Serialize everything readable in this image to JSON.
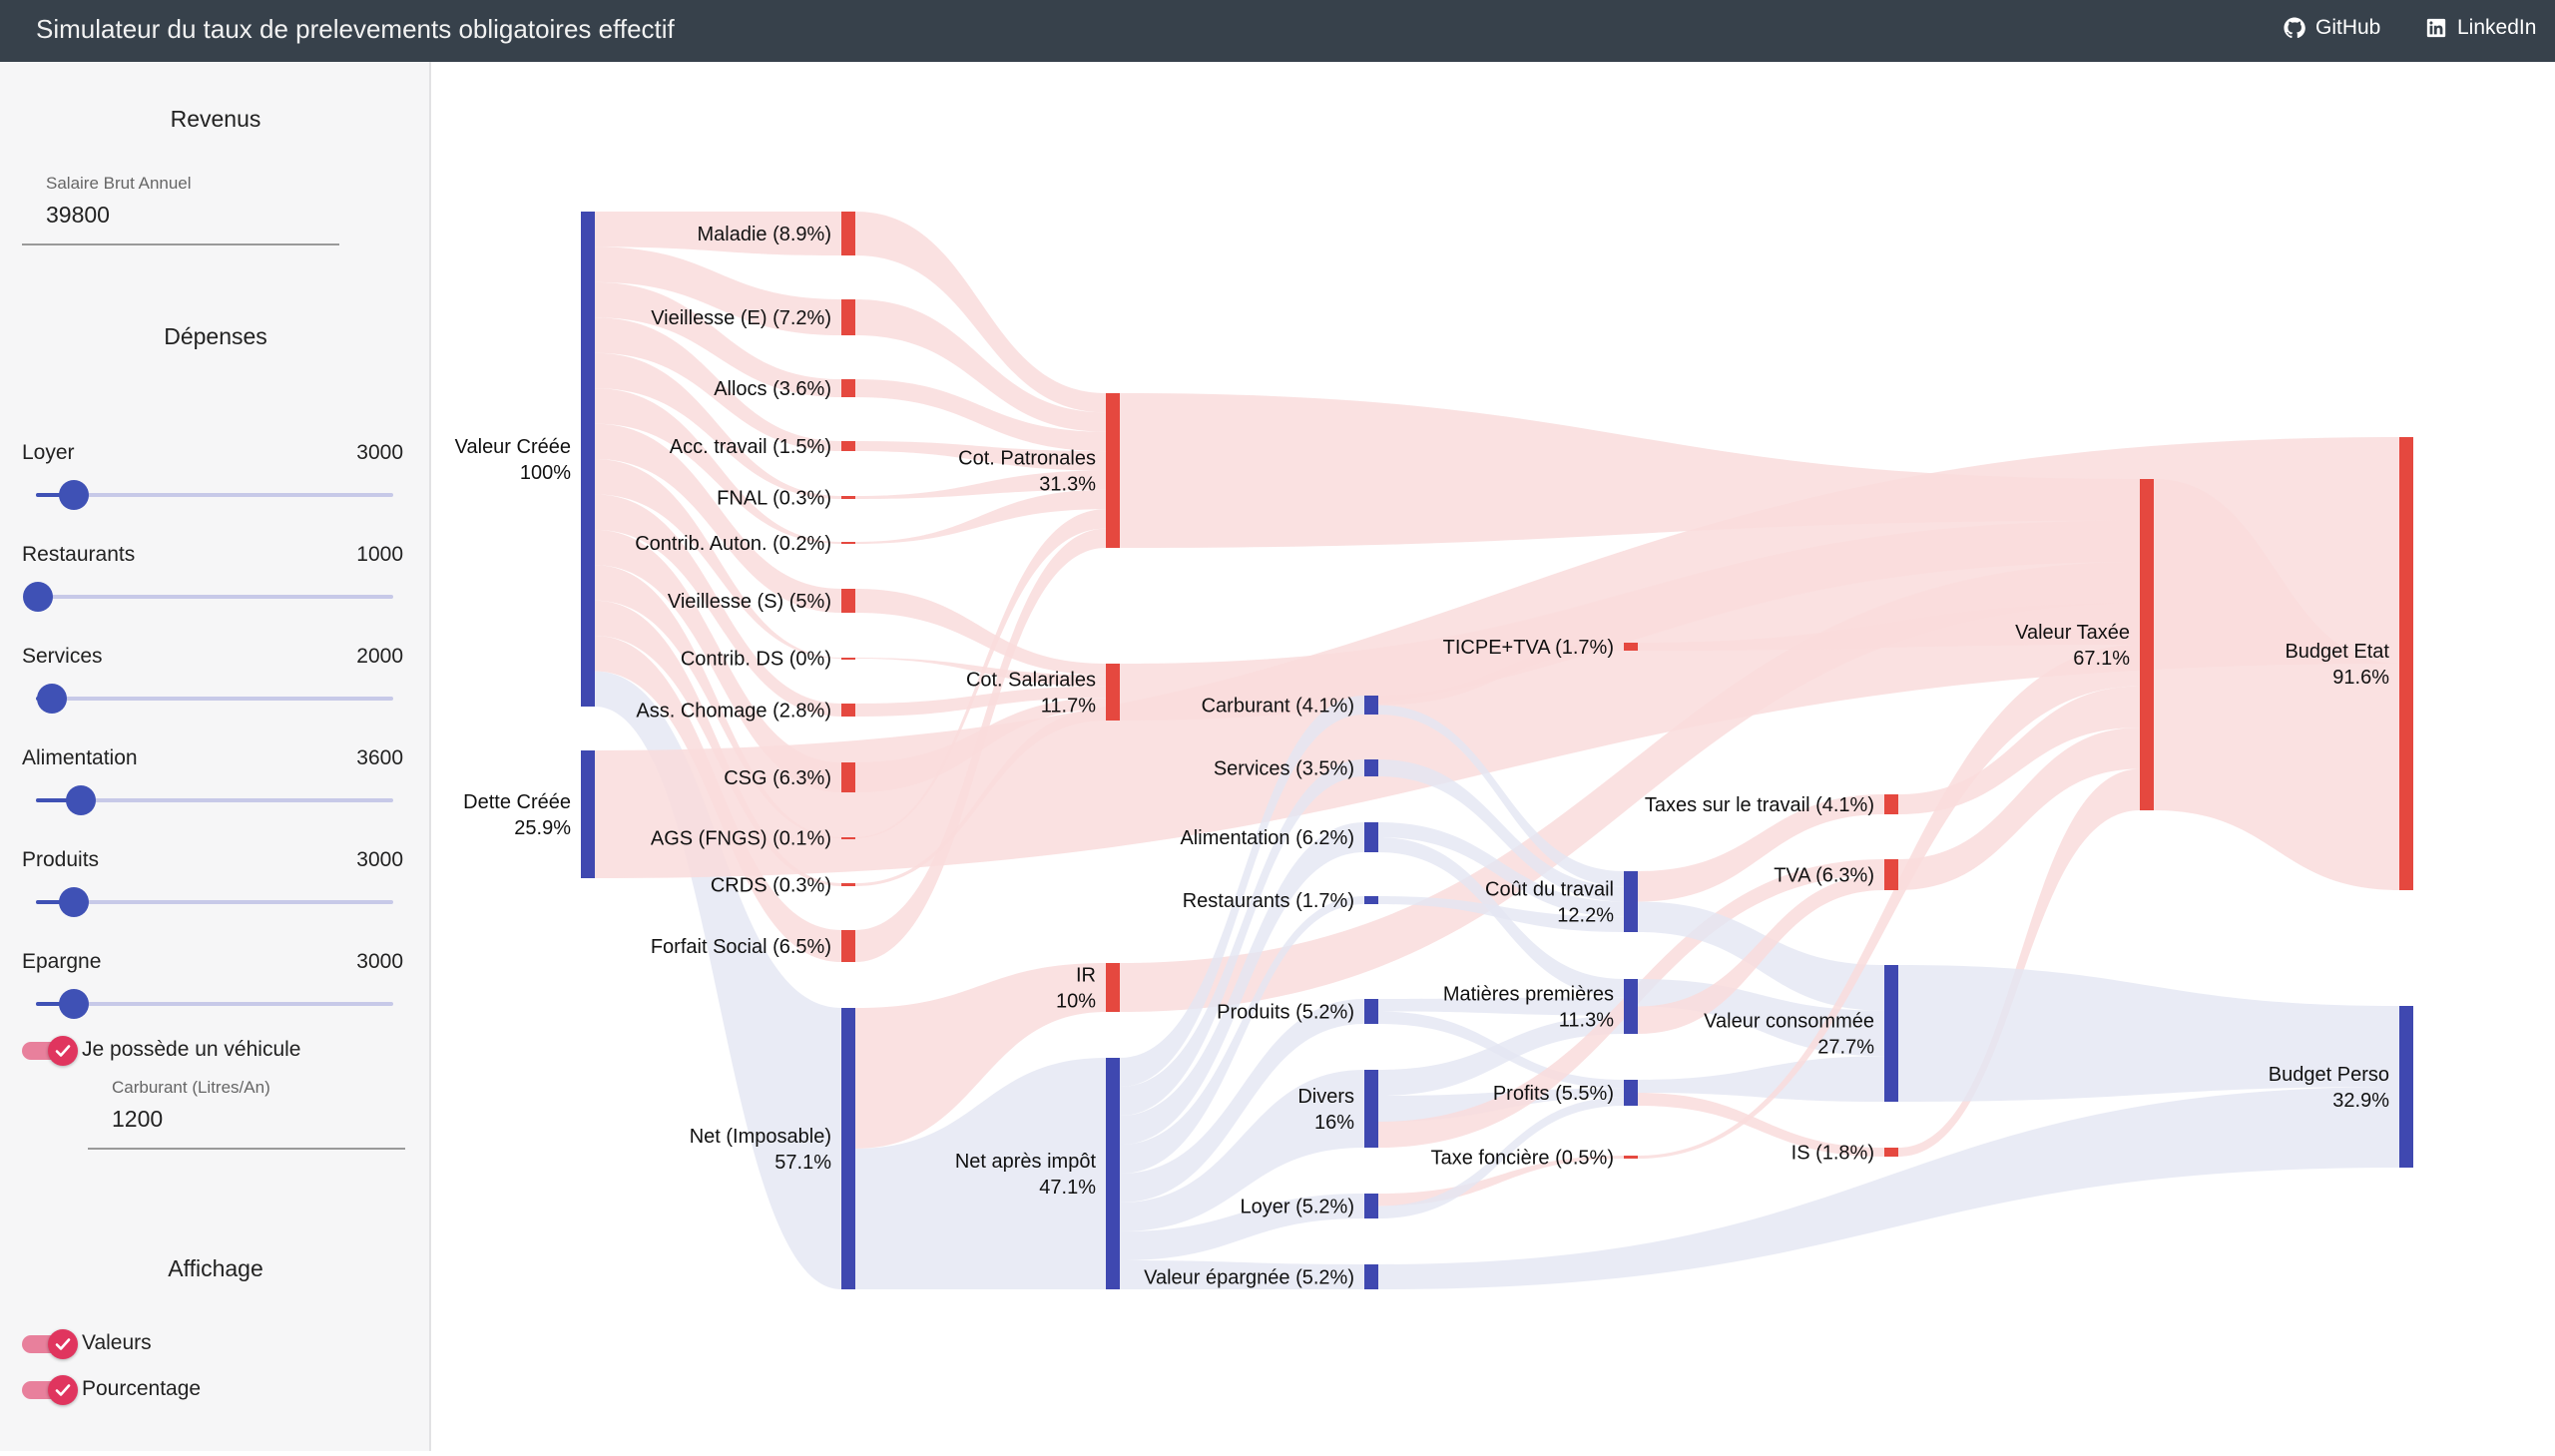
{
  "header": {
    "title": "Simulateur du taux de prelevements obligatoires effectif",
    "links": [
      {
        "label": "GitHub",
        "icon": "github-icon"
      },
      {
        "label": "LinkedIn",
        "icon": "linkedin-icon"
      }
    ]
  },
  "sidebar": {
    "revenus_title": "Revenus",
    "salaire_label": "Salaire Brut Annuel",
    "salaire_value": "39800",
    "depenses_title": "Dépenses",
    "sliders": [
      {
        "label": "Loyer",
        "value": "3000",
        "fraction": 0.1
      },
      {
        "label": "Restaurants",
        "value": "1000",
        "fraction": 0.0
      },
      {
        "label": "Services",
        "value": "2000",
        "fraction": 0.04
      },
      {
        "label": "Alimentation",
        "value": "3600",
        "fraction": 0.12
      },
      {
        "label": "Produits",
        "value": "3000",
        "fraction": 0.1
      },
      {
        "label": "Epargne",
        "value": "3000",
        "fraction": 0.1
      }
    ],
    "vehicle_toggle_label": "Je possède un véhicule",
    "vehicle_toggle_on": true,
    "carburant_label": "Carburant (Litres/An)",
    "carburant_value": "1200",
    "affichage_title": "Affichage",
    "display_toggles": [
      {
        "label": "Valeurs",
        "on": true
      },
      {
        "label": "Pourcentage",
        "on": true
      }
    ]
  },
  "colors": {
    "tax_node": "#e5483f",
    "tax_link": "#f9dcdc",
    "net_node": "#3f48b0",
    "net_link": "#e4e6f3",
    "topbar": "#37414b",
    "toggle": "#e0355e"
  },
  "sankey": {
    "nodes": [
      {
        "id": "valeur_creee",
        "l1": "Valeur Créée",
        "l2": "100%",
        "kind": "net"
      },
      {
        "id": "dette_creee",
        "l1": "Dette Créée",
        "l2": "25.9%",
        "kind": "net"
      },
      {
        "id": "maladie",
        "l1": "Maladie (8.9%)",
        "kind": "tax"
      },
      {
        "id": "vieillesse_e",
        "l1": "Vieillesse (E) (7.2%)",
        "kind": "tax"
      },
      {
        "id": "allocs",
        "l1": "Allocs (3.6%)",
        "kind": "tax"
      },
      {
        "id": "acc_travail",
        "l1": "Acc. travail (1.5%)",
        "kind": "tax"
      },
      {
        "id": "fnal",
        "l1": "FNAL (0.3%)",
        "kind": "tax"
      },
      {
        "id": "contrib_auton",
        "l1": "Contrib. Auton. (0.2%)",
        "kind": "tax"
      },
      {
        "id": "vieillesse_s",
        "l1": "Vieillesse (S) (5%)",
        "kind": "tax"
      },
      {
        "id": "contrib_ds",
        "l1": "Contrib. DS (0%)",
        "kind": "tax"
      },
      {
        "id": "ass_chomage",
        "l1": "Ass. Chomage (2.8%)",
        "kind": "tax"
      },
      {
        "id": "csg",
        "l1": "CSG (6.3%)",
        "kind": "tax"
      },
      {
        "id": "ags",
        "l1": "AGS (FNGS) (0.1%)",
        "kind": "tax"
      },
      {
        "id": "crds",
        "l1": "CRDS (0.3%)",
        "kind": "tax"
      },
      {
        "id": "forfait_social",
        "l1": "Forfait Social (6.5%)",
        "kind": "tax"
      },
      {
        "id": "net_imposable",
        "l1": "Net (Imposable)",
        "l2": "57.1%",
        "kind": "net"
      },
      {
        "id": "cot_patronales",
        "l1": "Cot. Patronales",
        "l2": "31.3%",
        "kind": "tax"
      },
      {
        "id": "cot_salariales",
        "l1": "Cot. Salariales",
        "l2": "11.7%",
        "kind": "tax"
      },
      {
        "id": "ir",
        "l1": "IR",
        "l2": "10%",
        "kind": "tax"
      },
      {
        "id": "net_apres_impot",
        "l1": "Net après impôt",
        "l2": "47.1%",
        "kind": "net"
      },
      {
        "id": "carburant",
        "l1": "Carburant (4.1%)",
        "kind": "net"
      },
      {
        "id": "services",
        "l1": "Services (3.5%)",
        "kind": "net"
      },
      {
        "id": "alimentation",
        "l1": "Alimentation (6.2%)",
        "kind": "net"
      },
      {
        "id": "restaurants",
        "l1": "Restaurants (1.7%)",
        "kind": "net"
      },
      {
        "id": "produits",
        "l1": "Produits (5.2%)",
        "kind": "net"
      },
      {
        "id": "divers",
        "l1": "Divers",
        "l2": "16%",
        "kind": "net"
      },
      {
        "id": "loyer",
        "l1": "Loyer (5.2%)",
        "kind": "net"
      },
      {
        "id": "valeur_epargnee",
        "l1": "Valeur épargnée (5.2%)",
        "kind": "net"
      },
      {
        "id": "ticpe_tva",
        "l1": "TICPE+TVA (1.7%)",
        "kind": "tax"
      },
      {
        "id": "cout_travail",
        "l1": "Coût du travail",
        "l2": "12.2%",
        "kind": "net"
      },
      {
        "id": "matieres",
        "l1": "Matières premières",
        "l2": "11.3%",
        "kind": "net"
      },
      {
        "id": "profits",
        "l1": "Profits (5.5%)",
        "kind": "net"
      },
      {
        "id": "taxe_fonciere",
        "l1": "Taxe foncière (0.5%)",
        "kind": "tax"
      },
      {
        "id": "taxes_travail",
        "l1": "Taxes sur le travail (4.1%)",
        "kind": "tax"
      },
      {
        "id": "tva",
        "l1": "TVA (6.3%)",
        "kind": "tax"
      },
      {
        "id": "valeur_consommee",
        "l1": "Valeur consommée",
        "l2": "27.7%",
        "kind": "net"
      },
      {
        "id": "is",
        "l1": "IS (1.8%)",
        "kind": "tax"
      },
      {
        "id": "valeur_taxee",
        "l1": "Valeur Taxée",
        "l2": "67.1%",
        "kind": "tax"
      },
      {
        "id": "budget_etat",
        "l1": "Budget Etat",
        "l2": "91.6%",
        "kind": "tax"
      },
      {
        "id": "budget_perso",
        "l1": "Budget Perso",
        "l2": "32.9%",
        "kind": "net"
      }
    ],
    "links": [
      [
        "valeur_creee",
        "maladie",
        "tax"
      ],
      [
        "valeur_creee",
        "vieillesse_e",
        "tax"
      ],
      [
        "valeur_creee",
        "allocs",
        "tax"
      ],
      [
        "valeur_creee",
        "acc_travail",
        "tax"
      ],
      [
        "valeur_creee",
        "fnal",
        "tax"
      ],
      [
        "valeur_creee",
        "contrib_auton",
        "tax"
      ],
      [
        "valeur_creee",
        "vieillesse_s",
        "tax"
      ],
      [
        "valeur_creee",
        "contrib_ds",
        "tax"
      ],
      [
        "valeur_creee",
        "ass_chomage",
        "tax"
      ],
      [
        "valeur_creee",
        "csg",
        "tax"
      ],
      [
        "valeur_creee",
        "ags",
        "tax"
      ],
      [
        "valeur_creee",
        "crds",
        "tax"
      ],
      [
        "valeur_creee",
        "forfait_social",
        "tax"
      ],
      [
        "valeur_creee",
        "net_imposable",
        "net"
      ],
      [
        "dette_creee",
        "budget_etat",
        "tax"
      ],
      [
        "maladie",
        "cot_patronales",
        "tax"
      ],
      [
        "vieillesse_e",
        "cot_patronales",
        "tax"
      ],
      [
        "allocs",
        "cot_patronales",
        "tax"
      ],
      [
        "acc_travail",
        "cot_patronales",
        "tax"
      ],
      [
        "fnal",
        "cot_patronales",
        "tax"
      ],
      [
        "contrib_auton",
        "cot_patronales",
        "tax"
      ],
      [
        "vieillesse_s",
        "cot_salariales",
        "tax"
      ],
      [
        "contrib_ds",
        "cot_salariales",
        "tax"
      ],
      [
        "ass_chomage",
        "cot_salariales",
        "tax"
      ],
      [
        "csg",
        "cot_salariales",
        "tax"
      ],
      [
        "ags",
        "cot_patronales",
        "tax"
      ],
      [
        "crds",
        "cot_salariales",
        "tax"
      ],
      [
        "forfait_social",
        "cot_patronales",
        "tax"
      ],
      [
        "net_imposable",
        "ir",
        "tax"
      ],
      [
        "net_imposable",
        "net_apres_impot",
        "net"
      ],
      [
        "cot_patronales",
        "valeur_taxee",
        "tax"
      ],
      [
        "cot_salariales",
        "valeur_taxee",
        "tax"
      ],
      [
        "ir",
        "valeur_taxee",
        "tax"
      ],
      [
        "net_apres_impot",
        "carburant",
        "net"
      ],
      [
        "net_apres_impot",
        "services",
        "net"
      ],
      [
        "net_apres_impot",
        "alimentation",
        "net"
      ],
      [
        "net_apres_impot",
        "restaurants",
        "net"
      ],
      [
        "net_apres_impot",
        "produits",
        "net"
      ],
      [
        "net_apres_impot",
        "divers",
        "net"
      ],
      [
        "net_apres_impot",
        "loyer",
        "net"
      ],
      [
        "net_apres_impot",
        "valeur_epargnee",
        "net"
      ],
      [
        "carburant",
        "ticpe_tva",
        "tax"
      ],
      [
        "carburant",
        "cout_travail",
        "net"
      ],
      [
        "services",
        "cout_travail",
        "net"
      ],
      [
        "alimentation",
        "cout_travail",
        "net"
      ],
      [
        "alimentation",
        "matieres",
        "net"
      ],
      [
        "restaurants",
        "cout_travail",
        "net"
      ],
      [
        "produits",
        "matieres",
        "net"
      ],
      [
        "produits",
        "profits",
        "net"
      ],
      [
        "divers",
        "matieres",
        "net"
      ],
      [
        "divers",
        "profits",
        "net"
      ],
      [
        "divers",
        "tva",
        "tax"
      ],
      [
        "loyer",
        "taxe_fonciere",
        "tax"
      ],
      [
        "loyer",
        "profits",
        "net"
      ],
      [
        "ticpe_tva",
        "valeur_taxee",
        "tax"
      ],
      [
        "cout_travail",
        "taxes_travail",
        "tax"
      ],
      [
        "cout_travail",
        "valeur_consommee",
        "net"
      ],
      [
        "matieres",
        "valeur_consommee",
        "net"
      ],
      [
        "matieres",
        "tva",
        "tax"
      ],
      [
        "profits",
        "valeur_consommee",
        "net"
      ],
      [
        "profits",
        "is",
        "tax"
      ],
      [
        "taxe_fonciere",
        "valeur_taxee",
        "tax"
      ],
      [
        "taxes_travail",
        "valeur_taxee",
        "tax"
      ],
      [
        "tva",
        "valeur_taxee",
        "tax"
      ],
      [
        "is",
        "valeur_taxee",
        "tax"
      ],
      [
        "valeur_consommee",
        "budget_perso",
        "net"
      ],
      [
        "valeur_taxee",
        "budget_etat",
        "tax"
      ],
      [
        "valeur_epargnee",
        "budget_perso",
        "net"
      ]
    ]
  }
}
